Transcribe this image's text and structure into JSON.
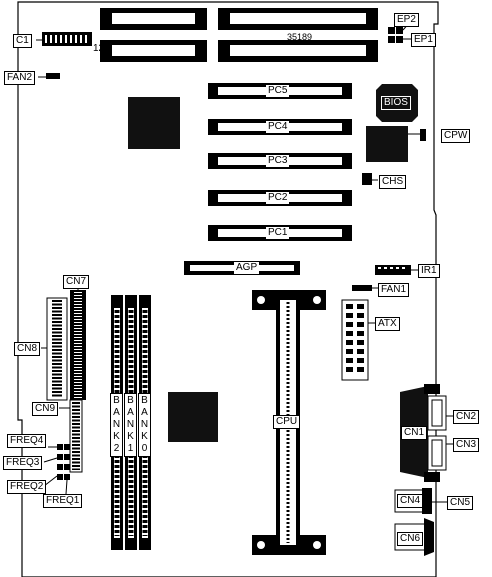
{
  "labels": {
    "c1": "C1",
    "twelve": "12",
    "part": "35189",
    "ep2": "EP2",
    "ep1": "EP1",
    "fan2": "FAN2",
    "bios": "BIOS",
    "cpw": "CPW",
    "chs": "CHS",
    "pc5": "PC5",
    "pc4": "PC4",
    "pc3": "PC3",
    "pc2": "PC2",
    "pc1": "PC1",
    "agp": "AGP",
    "ir1": "IR1",
    "fan1": "FAN1",
    "atx": "ATX",
    "cn7": "CN7",
    "cn8": "CN8",
    "cn9": "CN9",
    "freq4": "FREQ4",
    "freq3": "FREQ3",
    "freq2": "FREQ2",
    "freq1": "FREQ1",
    "bank2": "BANK2",
    "bank1": "BANK1",
    "bank0": "BANK0",
    "cpu": "CPU",
    "cn1": "CN1",
    "cn2": "CN2",
    "cn3": "CN3",
    "cn4": "CN4",
    "cn5": "CN5",
    "cn6": "CN6"
  },
  "colors": {
    "line": "#000000",
    "chip": "#111111",
    "background": "#ffffff"
  }
}
